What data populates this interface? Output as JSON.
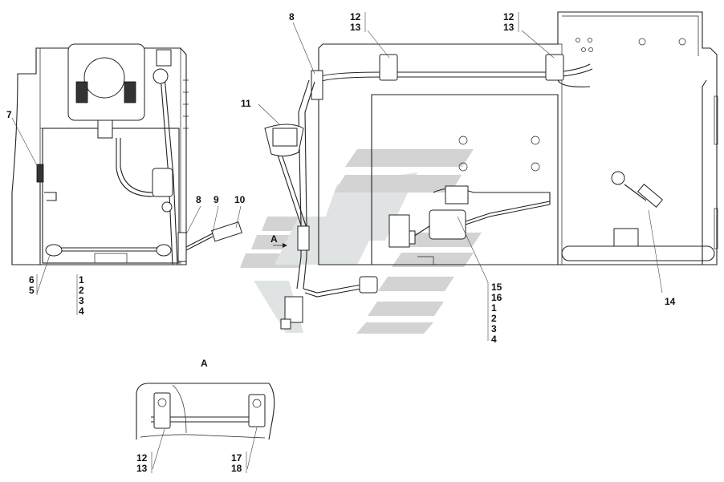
{
  "callouts": {
    "c7": "7",
    "c8a": "8",
    "c9": "9",
    "c10": "10",
    "c6": "6",
    "c5": "5",
    "left_stack": [
      "1",
      "2",
      "3",
      "4"
    ],
    "c8b": "8",
    "c11": "11",
    "c12a": "12",
    "c13a": "13",
    "c12b": "12",
    "c13b": "13",
    "c14": "14",
    "right_stack": [
      "15",
      "16",
      "1",
      "2",
      "3",
      "4"
    ],
    "view_arrow": "A",
    "detail_title": "A",
    "c12c": "12",
    "c13c": "13",
    "c17": "17",
    "c18": "18"
  },
  "colors": {
    "line": "#222222",
    "watermark_gray": "#d3d3d3",
    "watermark_teal": "#e0e3e3"
  }
}
